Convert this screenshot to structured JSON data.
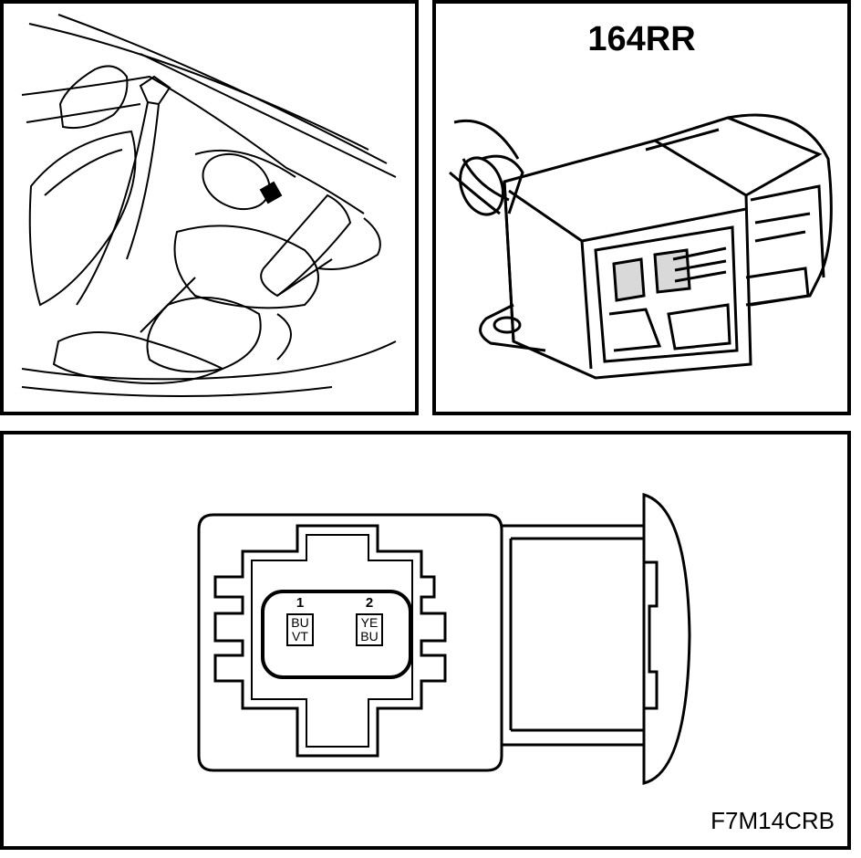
{
  "connector": {
    "id": "164RR",
    "pins": [
      {
        "number": "1",
        "colors": [
          "BU",
          "VT"
        ]
      },
      {
        "number": "2",
        "colors": [
          "YE",
          "BU"
        ]
      }
    ]
  },
  "figure_code": "F7M14CRB",
  "colors": {
    "ink": "#000000",
    "paper": "#ffffff"
  }
}
